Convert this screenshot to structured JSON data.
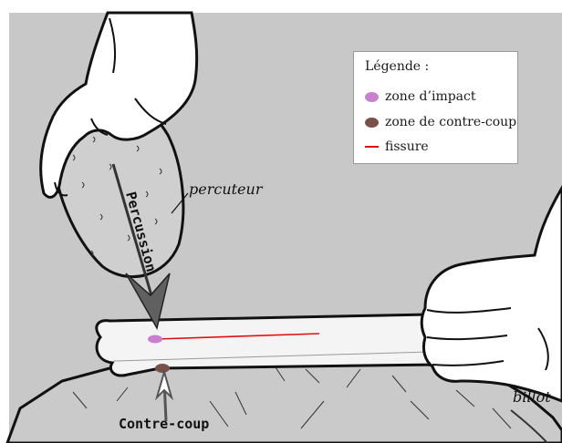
{
  "labels": {
    "percuteur": "percuteur",
    "percussion": "Percussion",
    "contre_coup": "Contre-coup",
    "billot": "billot"
  },
  "legend": {
    "title": "Légende :",
    "items": [
      {
        "label": "zone d’impact",
        "color": "#c97fd0",
        "shape": "ellipse"
      },
      {
        "label": "zone de contre-coup",
        "color": "#7a5048",
        "shape": "ellipse"
      },
      {
        "label": "fissure",
        "color": "#e01010",
        "shape": "line"
      }
    ]
  },
  "colors": {
    "background": "#c8c8c8",
    "stone": "#cfcfcf",
    "bone": "#f4f4f4",
    "skin": "#ffffff",
    "outline": "#111111",
    "arrow": "#555555"
  }
}
